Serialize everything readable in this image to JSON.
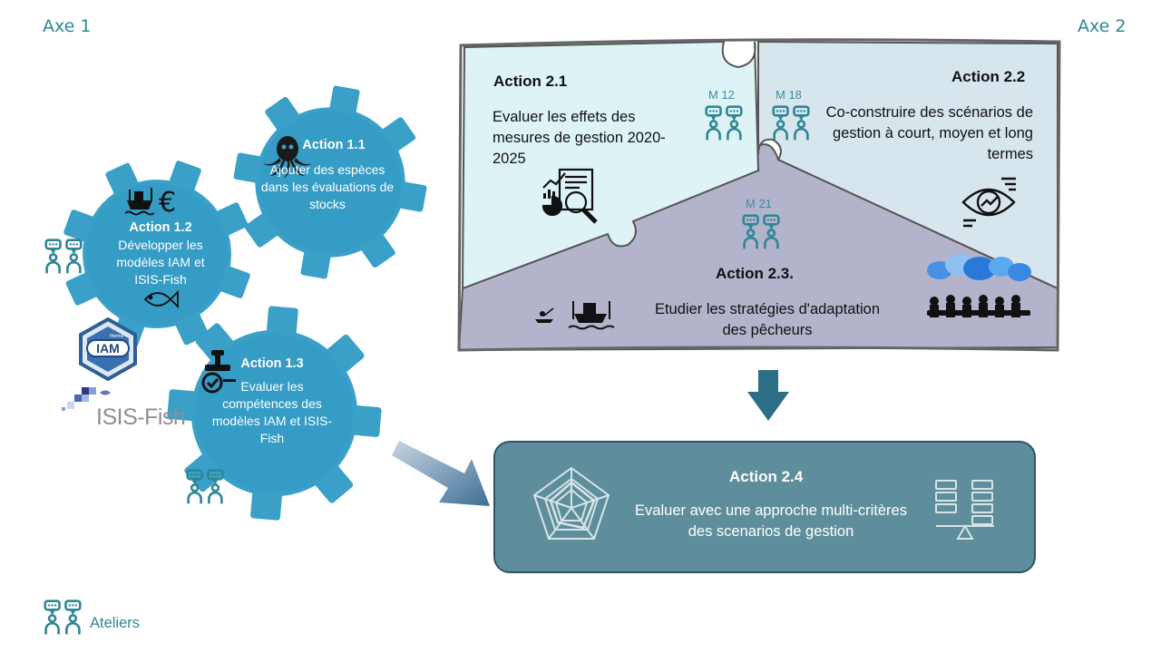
{
  "axes": {
    "axe1": "Axe 1",
    "axe2": "Axe 2"
  },
  "axe1": {
    "a11": {
      "title": "Action 1.1",
      "desc": "Ajouter des espèces dans les évaluations de stocks"
    },
    "a12": {
      "title": "Action 1.2",
      "desc": "Développer les modèles IAM et ISIS-Fish"
    },
    "a13": {
      "title": "Action 1.3",
      "desc": "Evaluer les compétences des modèles IAM et ISIS-Fish"
    },
    "iam_logo": "IAM",
    "iam_logo_small": "Ifremer",
    "isis_logo": "ISIS-Fish"
  },
  "axe2": {
    "a21": {
      "title": "Action 2.1",
      "desc": "Evaluer les effets des mesures de gestion 2020-2025",
      "milestone": "M 12"
    },
    "a22": {
      "title": "Action 2.2",
      "desc": "Co-construire des scénarios de gestion à court, moyen et long termes",
      "milestone": "M 18"
    },
    "a23": {
      "title": "Action 2.3.",
      "desc": "Etudier les stratégies d'adaptation des pêcheurs",
      "milestone": "M 21"
    },
    "a24": {
      "title": "Action 2.4",
      "desc": "Evaluer avec une approche multi-critères des scenarios de gestion"
    }
  },
  "legend": {
    "ateliers": "Ateliers"
  },
  "colors": {
    "gear": "#3aa0c8",
    "gear_dark": "#2a86ad",
    "teal": "#2f8796",
    "box24": "#5e8e9c",
    "panel21": "#ddf3f6",
    "panel22": "#d7e6ec",
    "panel23": "#b3b3cc",
    "arrow": "#2c6e85"
  },
  "icons": [
    "workshop-icon",
    "octopus-icon",
    "boat-icon",
    "euro-icon",
    "fish-icon",
    "stamp-icon",
    "report-icon",
    "eye-icon",
    "radar-chart-icon",
    "balance-icon",
    "meeting-icon",
    "fisherman-icon"
  ]
}
